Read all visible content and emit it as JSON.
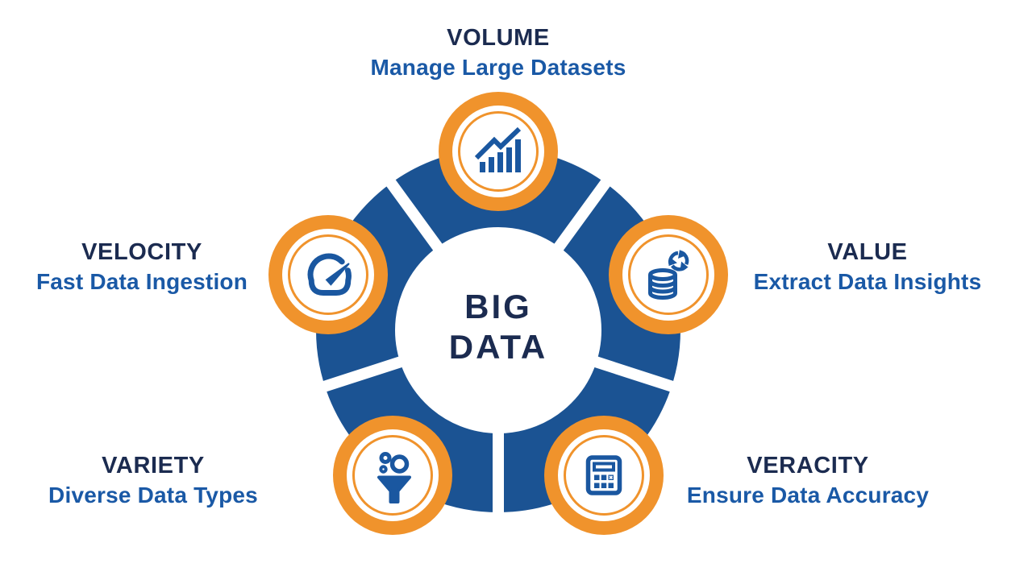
{
  "center": {
    "line1": "BIG",
    "line2": "DATA"
  },
  "segments": [
    {
      "title": "VOLUME",
      "subtitle": "Manage Large Datasets",
      "icon": "bar-chart-growth-icon",
      "position": "top"
    },
    {
      "title": "VALUE",
      "subtitle": "Extract Data Insights",
      "icon": "database-recycle-icon",
      "position": "right"
    },
    {
      "title": "VERACITY",
      "subtitle": "Ensure Data Accuracy",
      "icon": "calculator-icon",
      "position": "bottom-right"
    },
    {
      "title": "VARIETY",
      "subtitle": "Diverse Data Types",
      "icon": "funnel-filter-icon",
      "position": "bottom-left"
    },
    {
      "title": "VELOCITY",
      "subtitle": "Fast Data Ingestion",
      "icon": "speedometer-icon",
      "position": "left"
    }
  ],
  "colors": {
    "ring_blue": "#1B5393",
    "badge_orange": "#F0932C",
    "heading_navy": "#1B2B50",
    "subtitle_blue": "#1A59A6",
    "icon_blue": "#1A57A0",
    "background": "#FFFFFF"
  }
}
